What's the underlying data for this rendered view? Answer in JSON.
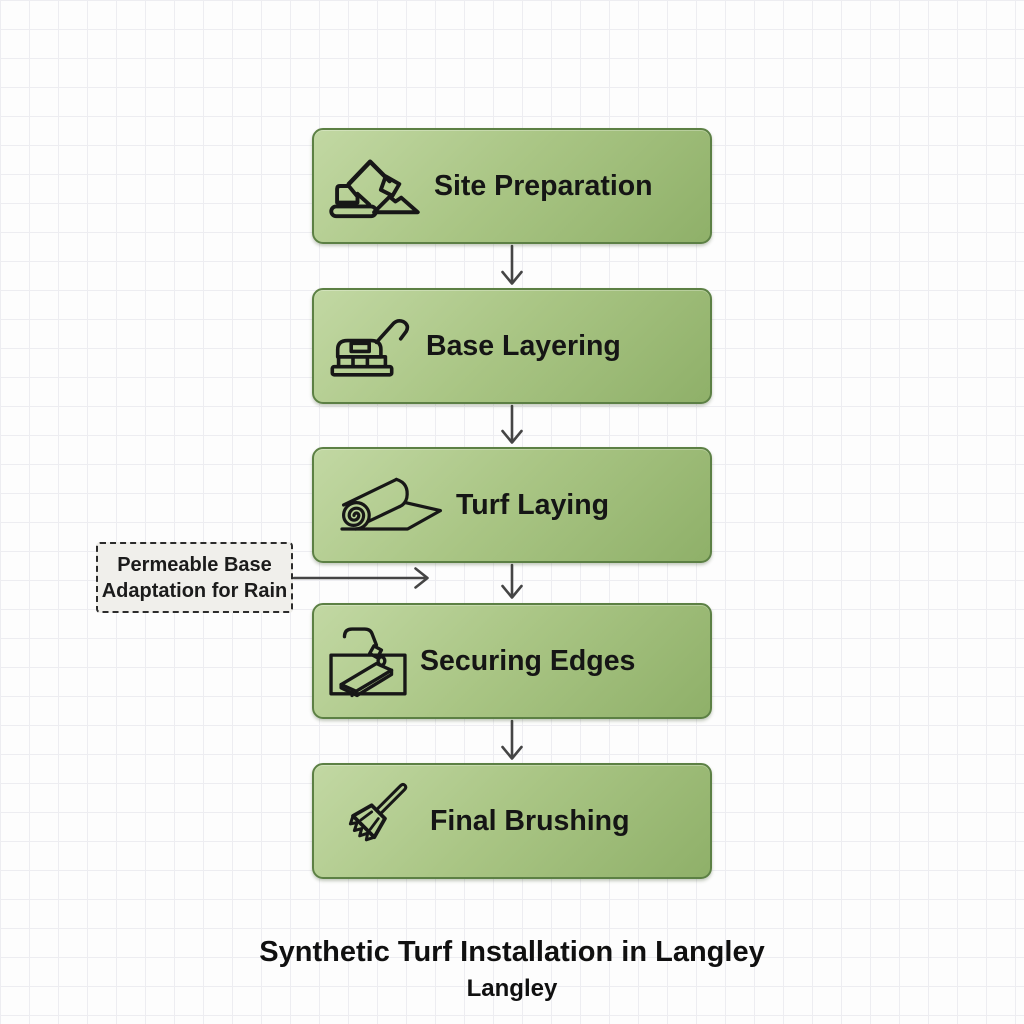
{
  "title": {
    "line1": "Synthetic Turf Installation in Langley",
    "line2": "Langley"
  },
  "steps": [
    {
      "label": "Site Preparation",
      "icon": "excavator-icon"
    },
    {
      "label": "Base Layering",
      "icon": "plate-compactor-icon"
    },
    {
      "label": "Turf Laying",
      "icon": "turf-roll-icon"
    },
    {
      "label": "Securing Edges",
      "icon": "trowel-icon"
    },
    {
      "label": "Final Brushing",
      "icon": "broom-icon"
    }
  ],
  "annotation": {
    "label": "Permeable Base Adaptation for Rain",
    "lines": [
      "Permeable Base",
      "Adaptation for Rain"
    ]
  },
  "colors": {
    "node_fill_light": "#c2d8a3",
    "node_fill_dark": "#8fb069",
    "node_border": "#5c8044",
    "connector": "#454545",
    "annotation_bg": "#f0efeb",
    "annotation_border": "#2c2c2c",
    "background": "#fdfdfd",
    "grid_line": "#ededf1",
    "text": "#151515"
  }
}
